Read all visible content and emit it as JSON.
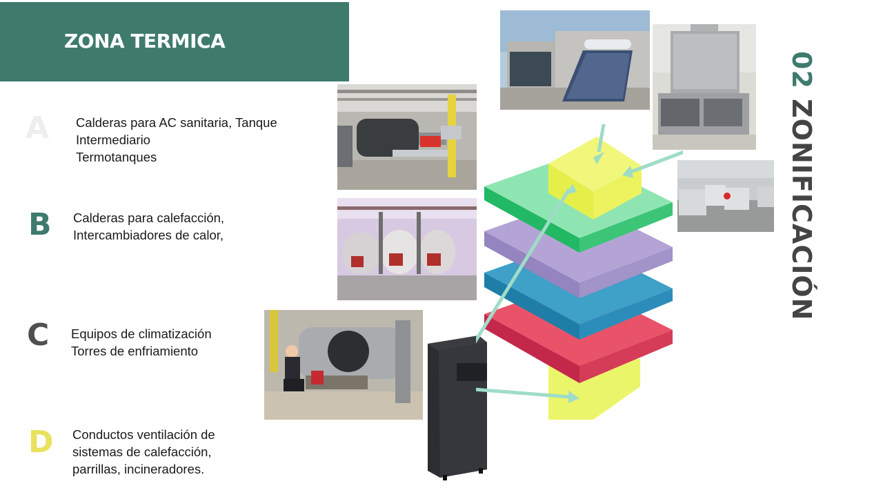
{
  "header": {
    "title": "ZONA TERMICA"
  },
  "side_title": {
    "number": "02",
    "label": "ZONIFICACIÓN"
  },
  "items": [
    {
      "letter": "A",
      "lines": [
        "Calderas para AC sanitaria, Tanque",
        "Intermediario",
        "Termotanques"
      ]
    },
    {
      "letter": "B",
      "lines": [
        "Calderas para calefacción,",
        "Intercambiadores de calor,"
      ]
    },
    {
      "letter": "C",
      "lines": [
        "Equipos de climatización",
        "Torres de enfriamiento"
      ]
    },
    {
      "letter": "D",
      "lines": [
        "Conductos ventilación de",
        "sistemas de calefacción,",
        "parrillas, incineradores."
      ]
    }
  ],
  "colors": {
    "header_bg": "#3e7b6d",
    "letter_a": "#eeeeee",
    "letter_b": "#3e7b6d",
    "letter_c": "#4f4f4f",
    "letter_d": "#e9e25c",
    "side_number": "#3e7b6d",
    "side_label": "#444444",
    "arrow": "#9fdcc7"
  },
  "images": {
    "boiler_room_a": "boiler-room-photo",
    "boiler_room_b": "boiler-room-photo",
    "boiler_technician_c": "technician-boiler-photo",
    "solar_heater": "solar-water-heater-photo",
    "cooling_tower": "cooling-tower-photo",
    "rooftop_ac_units": "rooftop-ac-units-photo",
    "ventilation_cabinet": "ventilation-cabinet-photo"
  }
}
